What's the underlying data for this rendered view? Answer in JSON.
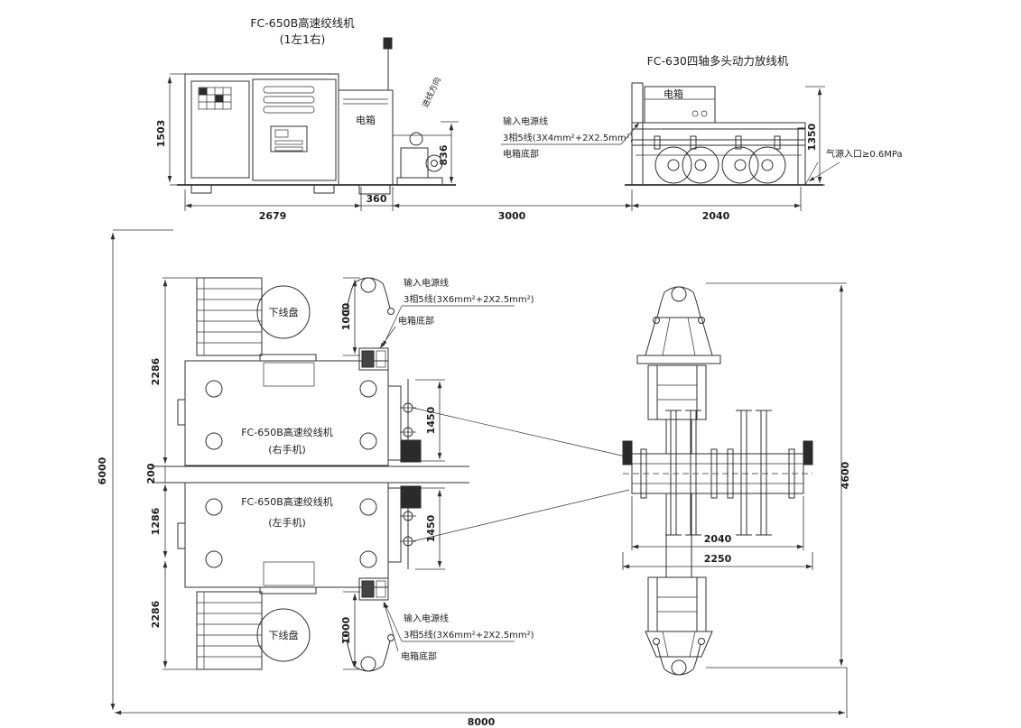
{
  "elevation": {
    "left_machine": {
      "title": "FC-650B高速绞线机",
      "subtitle": "(1左1右)",
      "electric_box": "电箱",
      "wire_direction": "进线方向"
    },
    "right_machine": {
      "title": "FC-630四轴多头动力放线机",
      "electric_box": "电箱",
      "air_inlet": "气源入口≥0.6MPa"
    },
    "power_note": {
      "line1": "输入电源线",
      "line2": "3相5线(3X4mm²+2X2.5mm²)",
      "line3": "电箱底部"
    },
    "dims": {
      "height_left": "1503",
      "width_left": "2679",
      "width_box": "360",
      "gap": "3000",
      "width_right": "2040",
      "motor_height": "836",
      "height_right": "1350"
    }
  },
  "plan": {
    "right_hand_machine": {
      "title": "FC-650B高速绞线机",
      "subtitle": "(右手机)",
      "reel": "下线盘"
    },
    "left_hand_machine": {
      "title": "FC-650B高速绞线机",
      "subtitle": "(左手机)",
      "reel": "下线盘"
    },
    "power_note_top": {
      "line1": "输入电源线",
      "line2": "3相5线(3X6mm²+2X2.5mm²)",
      "line3": "电箱底部"
    },
    "power_note_bottom": {
      "line1": "输入电源线",
      "line2": "3相5线(3X6mm²+2X2.5mm²)",
      "line3": "电箱底部"
    },
    "dims": {
      "total_depth": "6000",
      "top_section": "2286",
      "reel_top": "1000",
      "gap": "200",
      "bottom_body": "1286",
      "bottom_section": "2286",
      "reel_bottom": "1000",
      "bay_top": "1450",
      "bay_bottom": "1450",
      "payoff_2040": "2040",
      "payoff_2250": "2250",
      "payoff_depth": "4600",
      "total_width": "8000"
    }
  }
}
